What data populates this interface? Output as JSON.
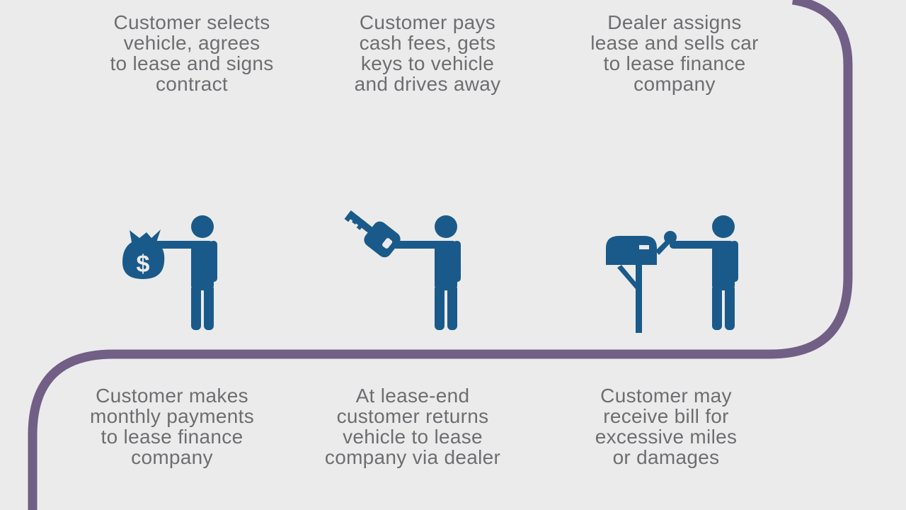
{
  "colors": {
    "background": "#ebebeb",
    "path": "#715f86",
    "icon": "#1a5a8a",
    "text": "#6e6e72"
  },
  "steps": [
    {
      "text": "Customer selects\nvehicle,  agrees\nto lease and signs\ncontract",
      "icon": "person-handing-money-bag-icon"
    },
    {
      "text": "Customer pays\ncash fees, gets\nkeys to vehicle\nand drives away",
      "icon": "person-handing-key-icon"
    },
    {
      "text": "Dealer assigns\nlease and sells car\nto lease finance\ncompany",
      "icon": "person-at-mailbox-icon"
    },
    {
      "text": "Customer makes\nmonthly payments\nto lease finance\ncompany"
    },
    {
      "text": "At lease-end\ncustomer returns\nvehicle to lease\ncompany via dealer"
    },
    {
      "text": "Customer may\nreceive bill for\nexcessive miles\nor damages"
    }
  ]
}
